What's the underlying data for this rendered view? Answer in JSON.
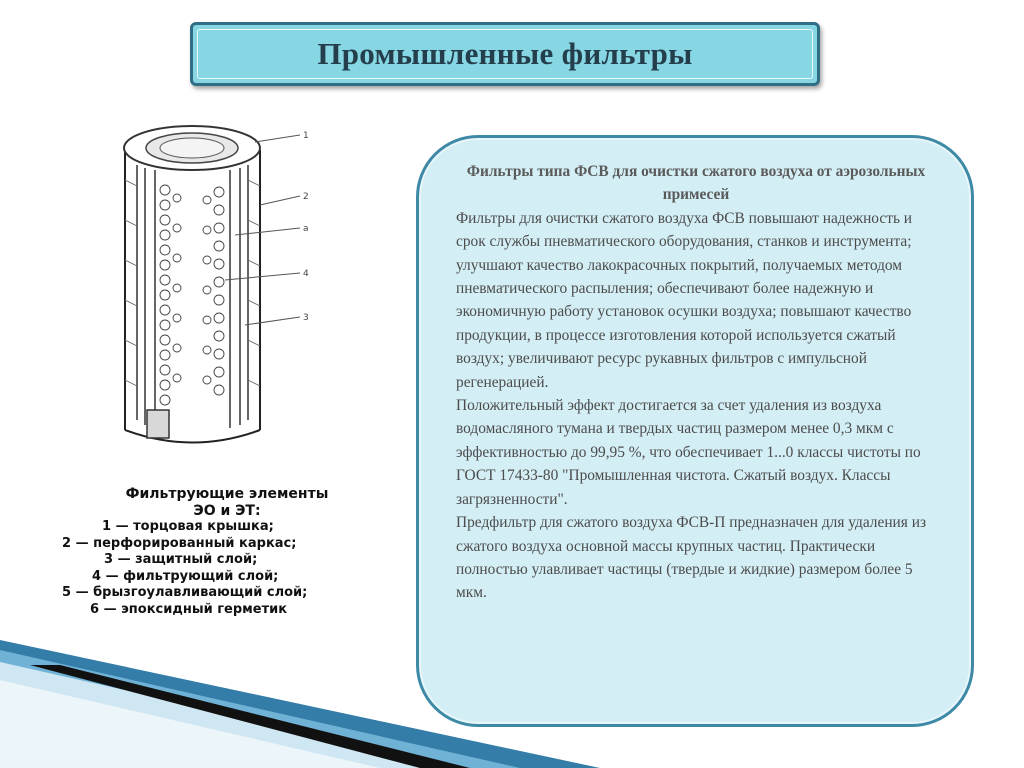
{
  "title": "Промышленные фильтры",
  "diagram": {
    "callouts": [
      "1",
      "2",
      "a",
      "4",
      "3"
    ]
  },
  "legend": {
    "title_line1": "Фильтрующие элементы",
    "title_line2": "ЭО и ЭТ:",
    "items": [
      "1 — торцовая крышка;",
      "2 — перфорированный каркас;",
      "3 — защитный слой;",
      "4 — фильтрующий слой;",
      "5 — брызгоулавливающий слой;",
      "6 — эпоксидный герметик"
    ]
  },
  "panel": {
    "heading": "Фильтры типа ФСВ для очистки сжатого воздуха от аэрозольных примесей",
    "paragraphs": [
      "Фильтры для очистки сжатого воздуха ФСВ повышают надежность и срок службы пневматического оборудования, станков и инструмента; улучшают качество лакокрасочных покрытий, получаемых методом пневматического распыления; обеспечивают более надежную и экономичную работу установок осушки воздуха; повышают качество продукции, в процессе изготовления которой используется сжатый воздух; увеличивают ресурс рукавных фильтров с импульсной регенерацией.",
      " Положительный эффект достигается за счет удаления из воздуха водомасляного тумана и твердых частиц размером менее 0,3 мкм с эффективностью до 99,95 %, что обеспечивает 1...0 классы чистоты по ГОСТ 17433-80 \"Промышленная чистота. Сжатый воздух. Классы загрязненности\".",
      " Предфильтр для сжатого воздуха ФСВ-П предназначен для удаления из сжатого воздуха основной массы крупных частиц. Практически полностью улавливает частицы (твердые и жидкие) размером более 5 мкм."
    ]
  },
  "colors": {
    "title_fill": "#86d6e4",
    "title_border": "#2f6f86",
    "panel_fill": "#d3eef4",
    "panel_border": "#3e8aa6",
    "stripe_dark": "#111111",
    "stripe_blue": "#1e6f9e"
  }
}
